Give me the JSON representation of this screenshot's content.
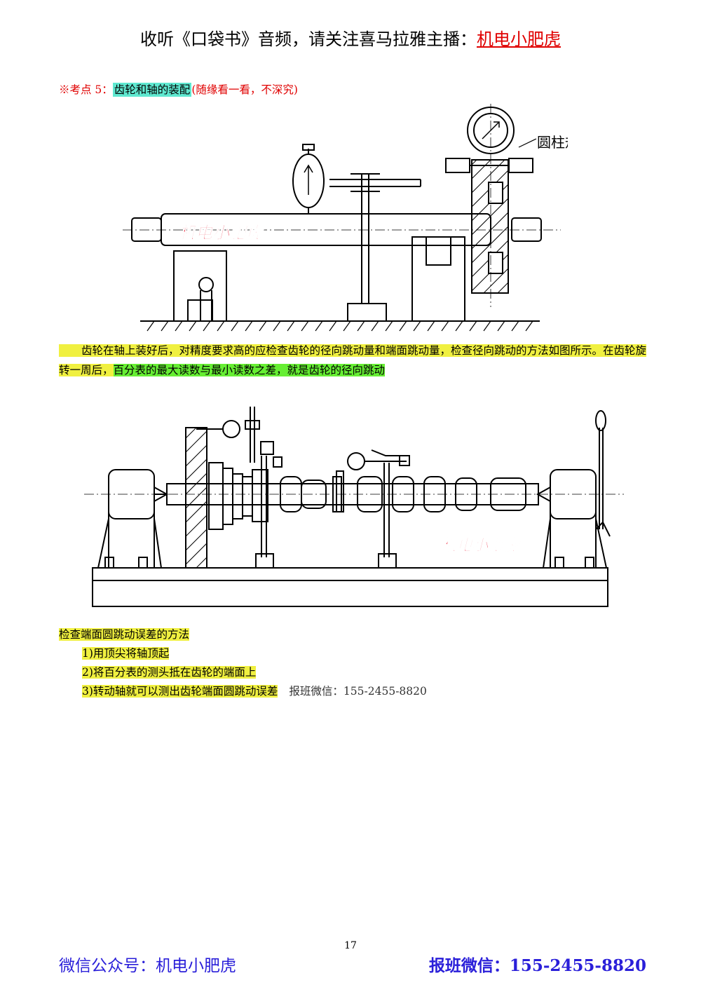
{
  "header": {
    "prefix": "收听《口袋书》音频，请关注喜马拉雅主播：",
    "brand": "机电小肥虎"
  },
  "topic": {
    "marker": "※考点 5：",
    "title": "齿轮和轴的装配",
    "note": "(随缘看一看，不深究)"
  },
  "figure1": {
    "label_cylinder_gauge": "圆柱规",
    "watermark": "机电小肥虎"
  },
  "paragraph1": {
    "part1": "齿轮在轴上装好后，对精度要求高的应检查齿轮的径向跳动量和端面跳动量，检查径向跳动的方法如图所示。在齿轮旋转一周后，",
    "part2": "百分表的最大读数与最小读数之差，就是齿轮的径向跳动"
  },
  "figure2": {
    "watermark": "机电小肥虎"
  },
  "section2": {
    "heading": "检查端面圆跳动误差的方法",
    "steps": [
      "1)用顶尖将轴顶起",
      "2)将百分表的测头抵在齿轮的端面上",
      "3)转动轴就可以测出齿轮端面圆跳动误差"
    ],
    "contact": "报班微信：155-2455-8820"
  },
  "page_number": "17",
  "footer": {
    "left": "微信公众号：机电小肥虎",
    "right": "报班微信：155-2455-8820"
  }
}
